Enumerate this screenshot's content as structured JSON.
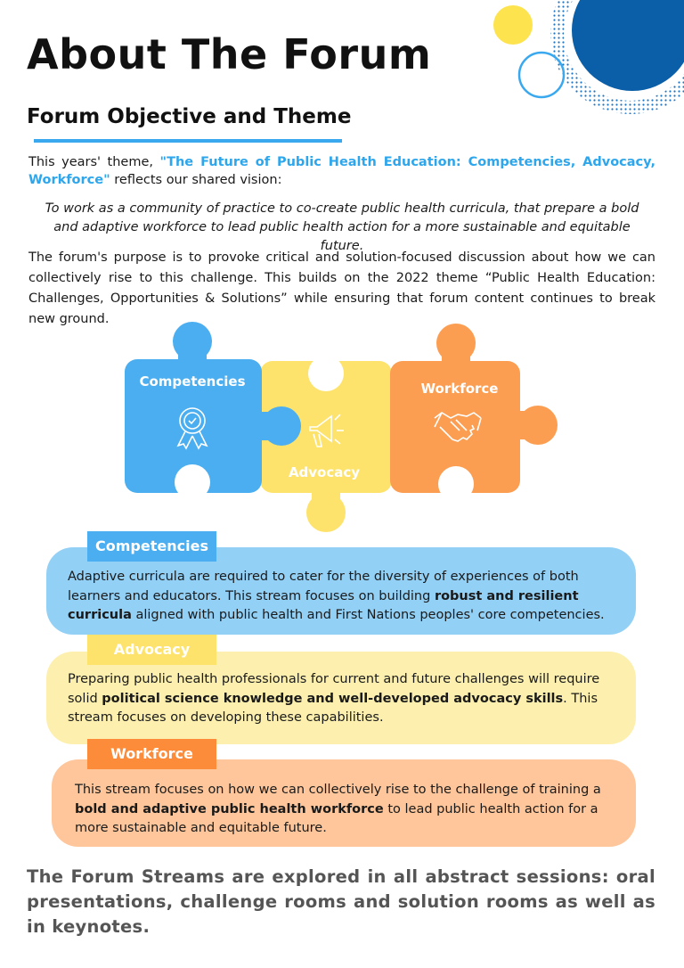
{
  "colors": {
    "blue": "#4aaef0",
    "light_blue": "#93d0f6",
    "yellow": "#fde36c",
    "light_yellow": "#fdf0ae",
    "orange": "#fc9e52",
    "light_orange": "#fec69a",
    "accent": "#2ea6ec",
    "navy": "#0a5fa8"
  },
  "header": {
    "title": "About The Forum",
    "subtitle": "Forum Objective and Theme"
  },
  "intro": {
    "prefix": "This years' theme, ",
    "theme": "\"The Future of Public Health Education: Competencies, Advocacy, Workforce\"",
    "suffix": " reflects our shared vision:"
  },
  "vision": "To work as a community of practice to co-create public health curricula, that prepare a bold and adaptive workforce to lead public health action for a more sustainable and equitable future.",
  "purpose": "The forum's purpose is to provoke critical and solution-focused discussion about how we can collectively rise to this challenge. This builds on the 2022 theme “Public Health Education: Challenges, Opportunities & Solutions”  while ensuring that  forum content continues to break new ground.",
  "puzzle": {
    "competencies": {
      "label": "Competencies",
      "icon": "award-ribbon-icon"
    },
    "advocacy": {
      "label": "Advocacy",
      "icon": "megaphone-icon"
    },
    "workforce": {
      "label": "Workforce",
      "icon": "handshake-icon"
    }
  },
  "streams": {
    "competencies": {
      "tag": "Competencies",
      "text_a": "Adaptive curricula are required to cater for the diversity of experiences of both learners and educators. This stream focuses on building ",
      "text_bold": "robust and resilient curricula",
      "text_b": " aligned with public health and First Nations peoples' core competencies."
    },
    "advocacy": {
      "tag": "Advocacy",
      "text_a": "Preparing  public health professionals for current and future challenges will require solid ",
      "text_bold": "political science knowledge and well-developed advocacy skills",
      "text_b": ". This stream focuses on developing these capabilities."
    },
    "workforce": {
      "tag": "Workforce",
      "text_a": "This stream focuses on how we can collectively rise to the challenge of training a ",
      "text_bold": "bold and adaptive public health workforce",
      "text_b": " to lead public health action for a more sustainable and equitable future."
    }
  },
  "closing": "The Forum Streams are explored in all abstract sessions: oral presentations, challenge rooms and solution rooms as well as in keynotes."
}
